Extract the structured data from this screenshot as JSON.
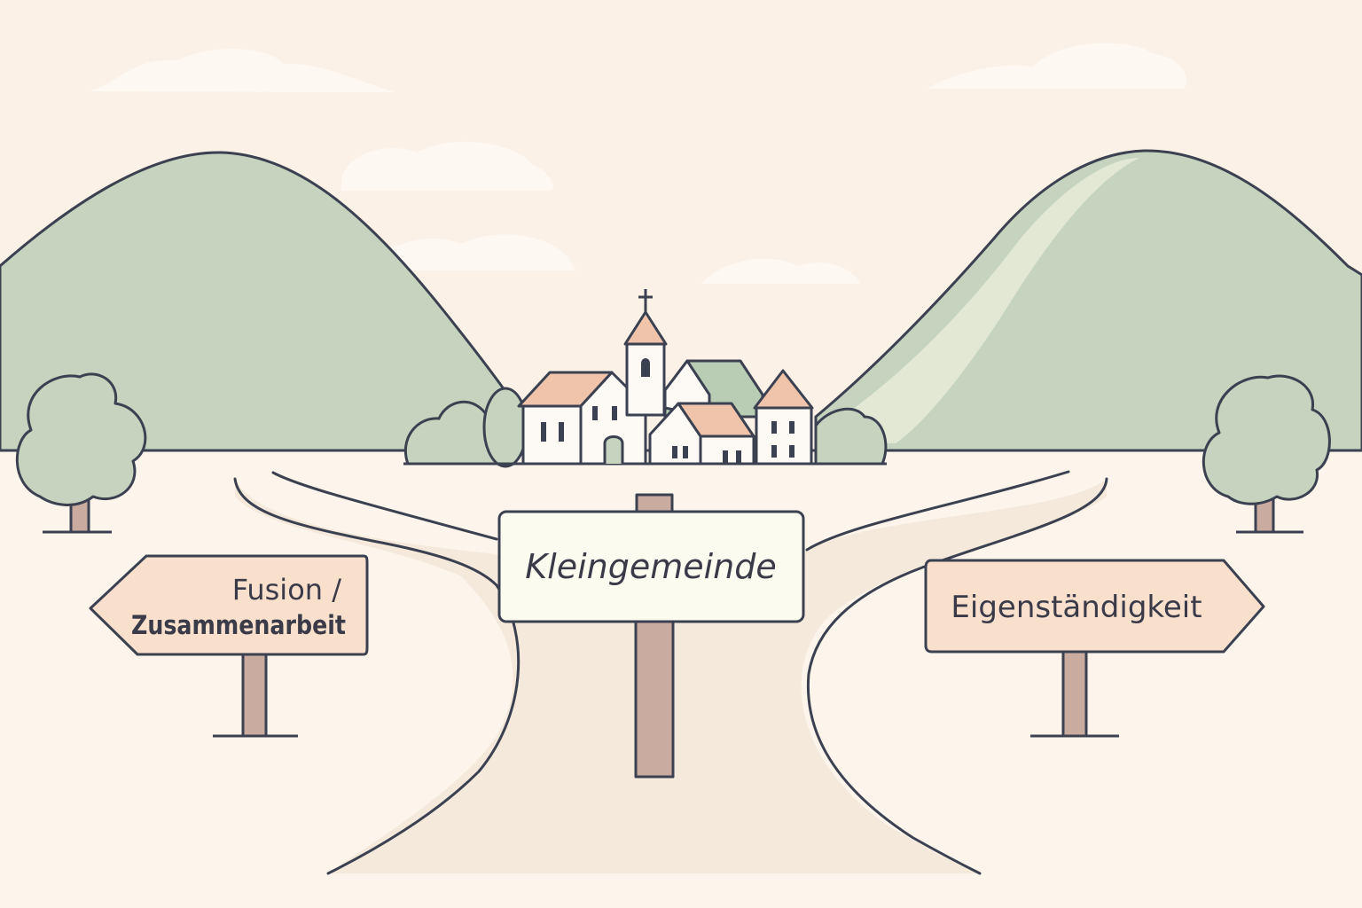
{
  "colors": {
    "sky": "#fbf1e6",
    "ground": "#fdf5ec",
    "hill": "#c5d3bf",
    "hill_highlight": "#e3e8d5",
    "outline": "#3b4150",
    "roof": "#efc4ab",
    "roof_green": "#b9cdb4",
    "wall": "#fdfaf6",
    "post": "#c9aba0",
    "sign_side": "#f8e0cd",
    "sign_center": "#fcfbf0",
    "path": "#f5e9dc"
  },
  "signs": {
    "center": {
      "label": "Kleingemeinde"
    },
    "left": {
      "line1": "Fusion /",
      "line2": "Zusammenarbeit"
    },
    "right": {
      "label": "Eigenständigkeit"
    }
  },
  "icons": {
    "church": "church-with-cross",
    "tree": "deciduous-tree",
    "hill": "rounded-hill",
    "cloud": "soft-cloud"
  }
}
